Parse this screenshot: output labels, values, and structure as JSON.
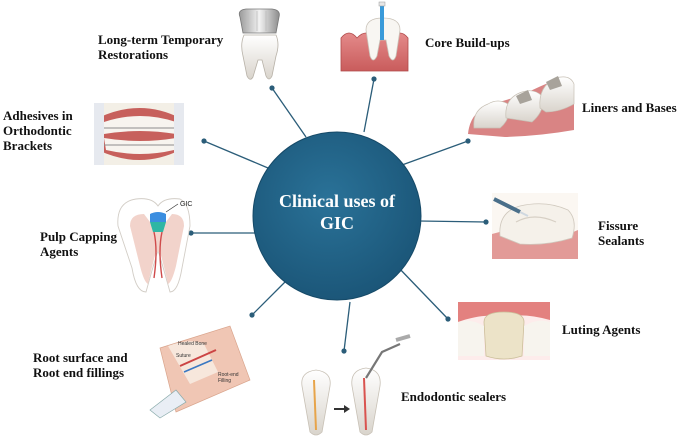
{
  "center": {
    "title": "Clinical uses of\nGIC"
  },
  "uses": [
    {
      "id": "long-term-temporary-restorations",
      "label": "Long-term Temporary\nRestorations"
    },
    {
      "id": "core-build-ups",
      "label": "Core Build-ups"
    },
    {
      "id": "liners-and-bases",
      "label": "Liners and Bases"
    },
    {
      "id": "fissure-sealants",
      "label": "Fissure Sealants"
    },
    {
      "id": "luting-agents",
      "label": "Luting Agents"
    },
    {
      "id": "endodontic-sealers",
      "label": "Endodontic sealers"
    },
    {
      "id": "root-surface-and-root-end-fillings",
      "label": "Root surface and\nRoot end fillings"
    },
    {
      "id": "pulp-capping-agents",
      "label": "Pulp Capping\nAgents"
    },
    {
      "id": "adhesives-in-orthodontic-brackets",
      "label": "Adhesives in\nOrthodontic\nBrackets"
    }
  ],
  "image_annotations": {
    "pulp_capping_tag": "GIC",
    "root_end_labels": [
      "Healed Bone",
      "Suture",
      "Root-end\nFilling"
    ]
  },
  "colors": {
    "hub": "#1d5c7f",
    "hub_edge": "#164a68",
    "connector": "#2b5d79"
  }
}
